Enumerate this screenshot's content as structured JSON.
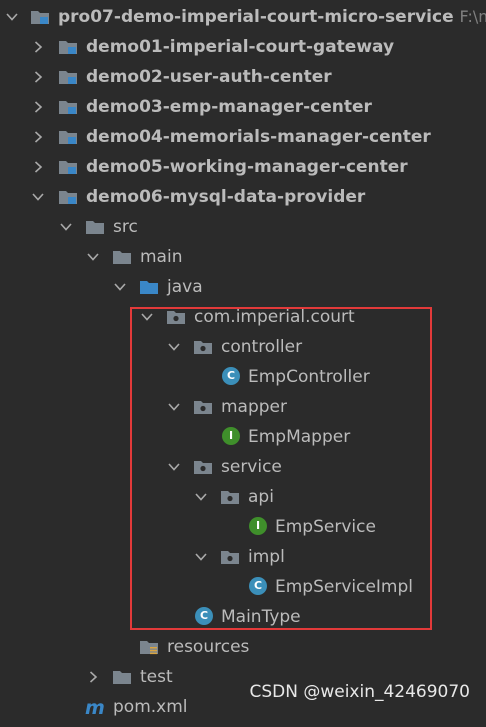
{
  "tree": {
    "root": {
      "label": "pro07-demo-imperial-court-micro-service",
      "path_hint": "F:\\m"
    },
    "modules": [
      {
        "label": "demo01-imperial-court-gateway"
      },
      {
        "label": "demo02-user-auth-center"
      },
      {
        "label": "demo03-emp-manager-center"
      },
      {
        "label": "demo04-memorials-manager-center"
      },
      {
        "label": "demo05-working-manager-center"
      },
      {
        "label": "demo06-mysql-data-provider"
      }
    ],
    "src": "src",
    "main": "main",
    "java": "java",
    "package": "com.imperial.court",
    "controller": "controller",
    "emp_controller": "EmpController",
    "mapper": "mapper",
    "emp_mapper": "EmpMapper",
    "service": "service",
    "api": "api",
    "emp_service": "EmpService",
    "impl": "impl",
    "emp_service_impl": "EmpServiceImpl",
    "main_type": "MainType",
    "resources": "resources",
    "test": "test",
    "pom": "pom.xml"
  },
  "badges": {
    "class": "C",
    "interface": "I"
  },
  "watermark": "CSDN @weixin_42469070",
  "colors": {
    "background": "#2b2b2b",
    "text": "#bbbbbb",
    "highlight_border": "#e33a3a",
    "class_badge": "#3b8fb9",
    "interface_badge": "#3f8f2b",
    "module_folder": "#7b858e",
    "source_folder": "#3a87c7"
  }
}
